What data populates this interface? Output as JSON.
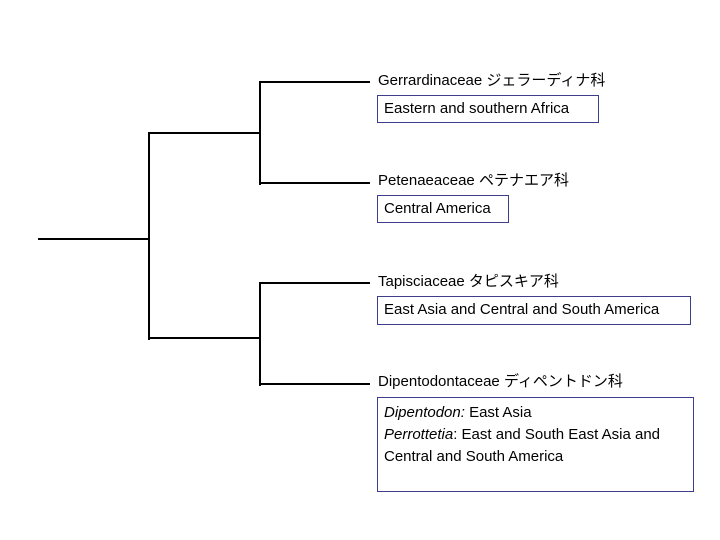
{
  "taxa": [
    {
      "name": "Gerrardinaceae",
      "japanese": "ジェラーディナ科",
      "distribution": "Eastern and southern Africa"
    },
    {
      "name": "Petenaeaceae",
      "japanese": "ペテナエア科",
      "distribution": "Central America"
    },
    {
      "name": "Tapisciaceae",
      "japanese": "タピスキア科",
      "distribution": "East Asia and Central and South America"
    },
    {
      "name": "Dipentodontaceae",
      "japanese": "ディペントドン科",
      "genera": [
        {
          "genus": "Dipentodon:",
          "range": " East Asia"
        },
        {
          "genus": "Perrottetia",
          "range": ": East and South East Asia and"
        }
      ],
      "distribution_cont": "Central and South America"
    }
  ]
}
